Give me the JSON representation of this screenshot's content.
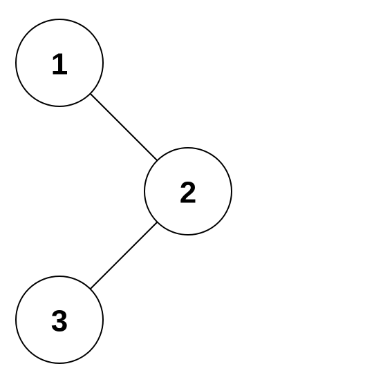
{
  "tree": {
    "nodes": [
      {
        "id": "node-1",
        "label": "1"
      },
      {
        "id": "node-2",
        "label": "2"
      },
      {
        "id": "node-3",
        "label": "3"
      }
    ],
    "edges": [
      {
        "from": "node-1",
        "to": "node-2"
      },
      {
        "from": "node-2",
        "to": "node-3"
      }
    ],
    "colors": {
      "stroke": "#000000",
      "fill": "#ffffff",
      "text": "#000000"
    }
  }
}
